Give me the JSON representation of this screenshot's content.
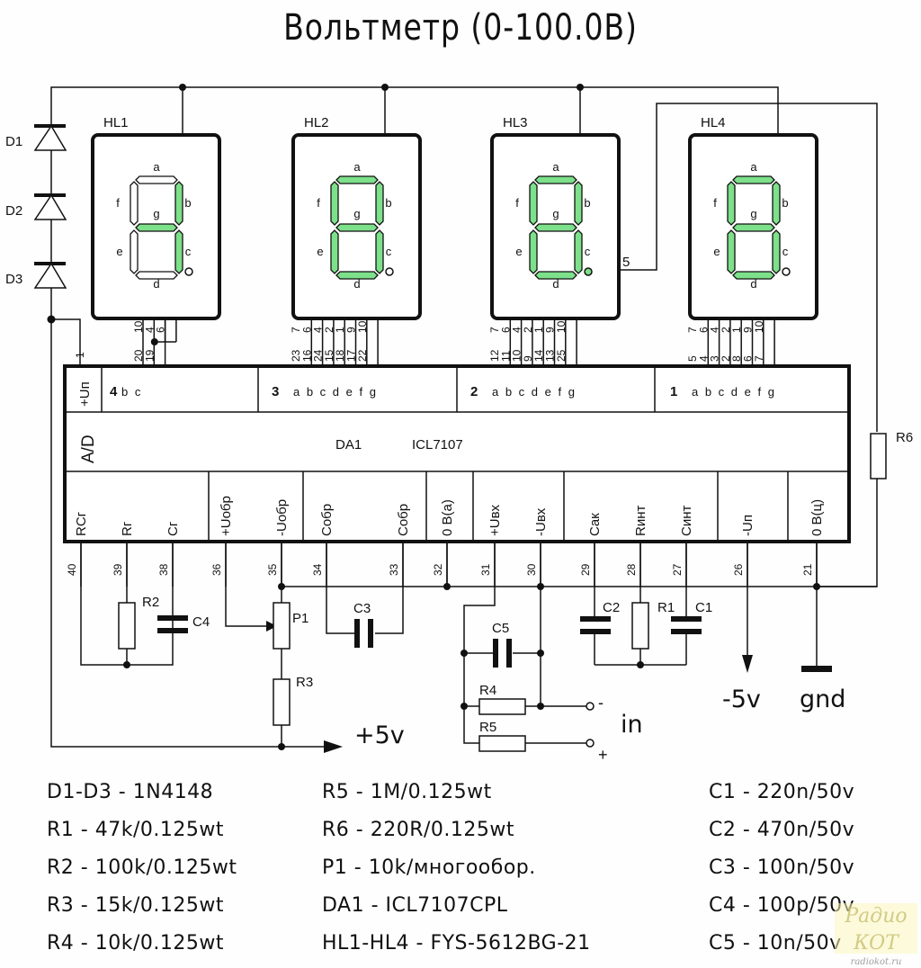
{
  "title": "Вольтметр (0-100.0В)",
  "colors": {
    "segment_on": "#7de08a",
    "segment_off": "#ffffff",
    "line": "#111111"
  },
  "displays": [
    {
      "ref": "HL1",
      "segments_on": [
        "b",
        "c",
        "g"
      ],
      "dp_on": false,
      "top_pins": [
        "10",
        "4",
        "6"
      ],
      "chip_pins": [
        "20",
        "19"
      ]
    },
    {
      "ref": "HL2",
      "segments_on": [
        "a",
        "b",
        "c",
        "d",
        "e",
        "f",
        "g"
      ],
      "dp_on": false,
      "top_pins": [
        "7",
        "6",
        "4",
        "2",
        "1",
        "9",
        "10"
      ],
      "chip_pins": [
        "23",
        "16",
        "24",
        "15",
        "18",
        "17",
        "22"
      ]
    },
    {
      "ref": "HL3",
      "segments_on": [
        "a",
        "b",
        "c",
        "d",
        "e",
        "f",
        "g"
      ],
      "dp_on": true,
      "top_pins": [
        "7",
        "6",
        "4",
        "2",
        "1",
        "9",
        "10"
      ],
      "chip_pins": [
        "12",
        "11",
        "10",
        "9",
        "14",
        "13",
        "25"
      ],
      "dp_pin": "5"
    },
    {
      "ref": "HL4",
      "segments_on": [
        "a",
        "b",
        "c",
        "d",
        "e",
        "f",
        "g"
      ],
      "dp_on": false,
      "top_pins": [
        "7",
        "6",
        "4",
        "2",
        "1",
        "9",
        "10"
      ],
      "chip_pins": [
        "5",
        "4",
        "3",
        "2",
        "8",
        "6",
        "7"
      ]
    }
  ],
  "segment_labels": [
    "a",
    "b",
    "c",
    "d",
    "e",
    "f",
    "g"
  ],
  "diodes": [
    "D1",
    "D2",
    "D3"
  ],
  "chip": {
    "ref": "DA1",
    "part": "ICL7107",
    "side_label": "A/D",
    "supply_label": "+Uп",
    "supply_pin": "1",
    "digit_groups": [
      {
        "digit": "4",
        "segs": "b c"
      },
      {
        "digit": "3",
        "segs": "a b c d e f g"
      },
      {
        "digit": "2",
        "segs": "a b c d e f g"
      },
      {
        "digit": "1",
        "segs": "a b c d e f g"
      }
    ],
    "bottom_pins": [
      {
        "label": "RCг",
        "pin": "40"
      },
      {
        "label": "Rг",
        "pin": "39"
      },
      {
        "label": "Cг",
        "pin": "38"
      },
      {
        "label": "+Uобр",
        "pin": "36"
      },
      {
        "label": "-Uобр",
        "pin": "35"
      },
      {
        "label": "Cобр",
        "pin": "34"
      },
      {
        "label": "Cобр",
        "pin": "33"
      },
      {
        "label": "0 В(а)",
        "pin": "32"
      },
      {
        "label": "+Uвх",
        "pin": "31"
      },
      {
        "label": "-Uвх",
        "pin": "30"
      },
      {
        "label": "Cак",
        "pin": "29"
      },
      {
        "label": "Rинт",
        "pin": "28"
      },
      {
        "label": "Cинт",
        "pin": "27"
      },
      {
        "label": "-Uп",
        "pin": "26"
      },
      {
        "label": "0 В(ц)",
        "pin": "21"
      }
    ]
  },
  "components": {
    "R1": "R1",
    "R2": "R2",
    "R3": "R3",
    "R4": "R4",
    "R5": "R5",
    "R6": "R6",
    "C1": "C1",
    "C2": "C2",
    "C3": "C3",
    "C4": "C4",
    "C5": "C5",
    "P1": "P1"
  },
  "rails": {
    "plus5": "+5v",
    "minus5": "-5v",
    "gnd": "gnd",
    "input": "in",
    "input_minus": "-",
    "input_plus": "+"
  },
  "bom": {
    "col1": [
      "D1-D3 - 1N4148",
      "R1 - 47k/0.125wt",
      "R2 - 100k/0.125wt",
      "R3 - 15k/0.125wt",
      "R4 - 10k/0.125wt"
    ],
    "col2": [
      "R5 - 1M/0.125wt",
      "R6 - 220R/0.125wt",
      "P1 - 10k/многообор.",
      "DA1 - ICL7107CPL",
      "HL1-HL4 - FYS-5612BG-21"
    ],
    "col3": [
      "C1 - 220n/50v",
      "C2 - 470n/50v",
      "C3 - 100n/50v",
      "C4 - 100p/50v",
      "C5 - 10n/50v"
    ]
  },
  "watermark": {
    "brand": "Радио КОТ",
    "site": "radiokot.ru"
  }
}
